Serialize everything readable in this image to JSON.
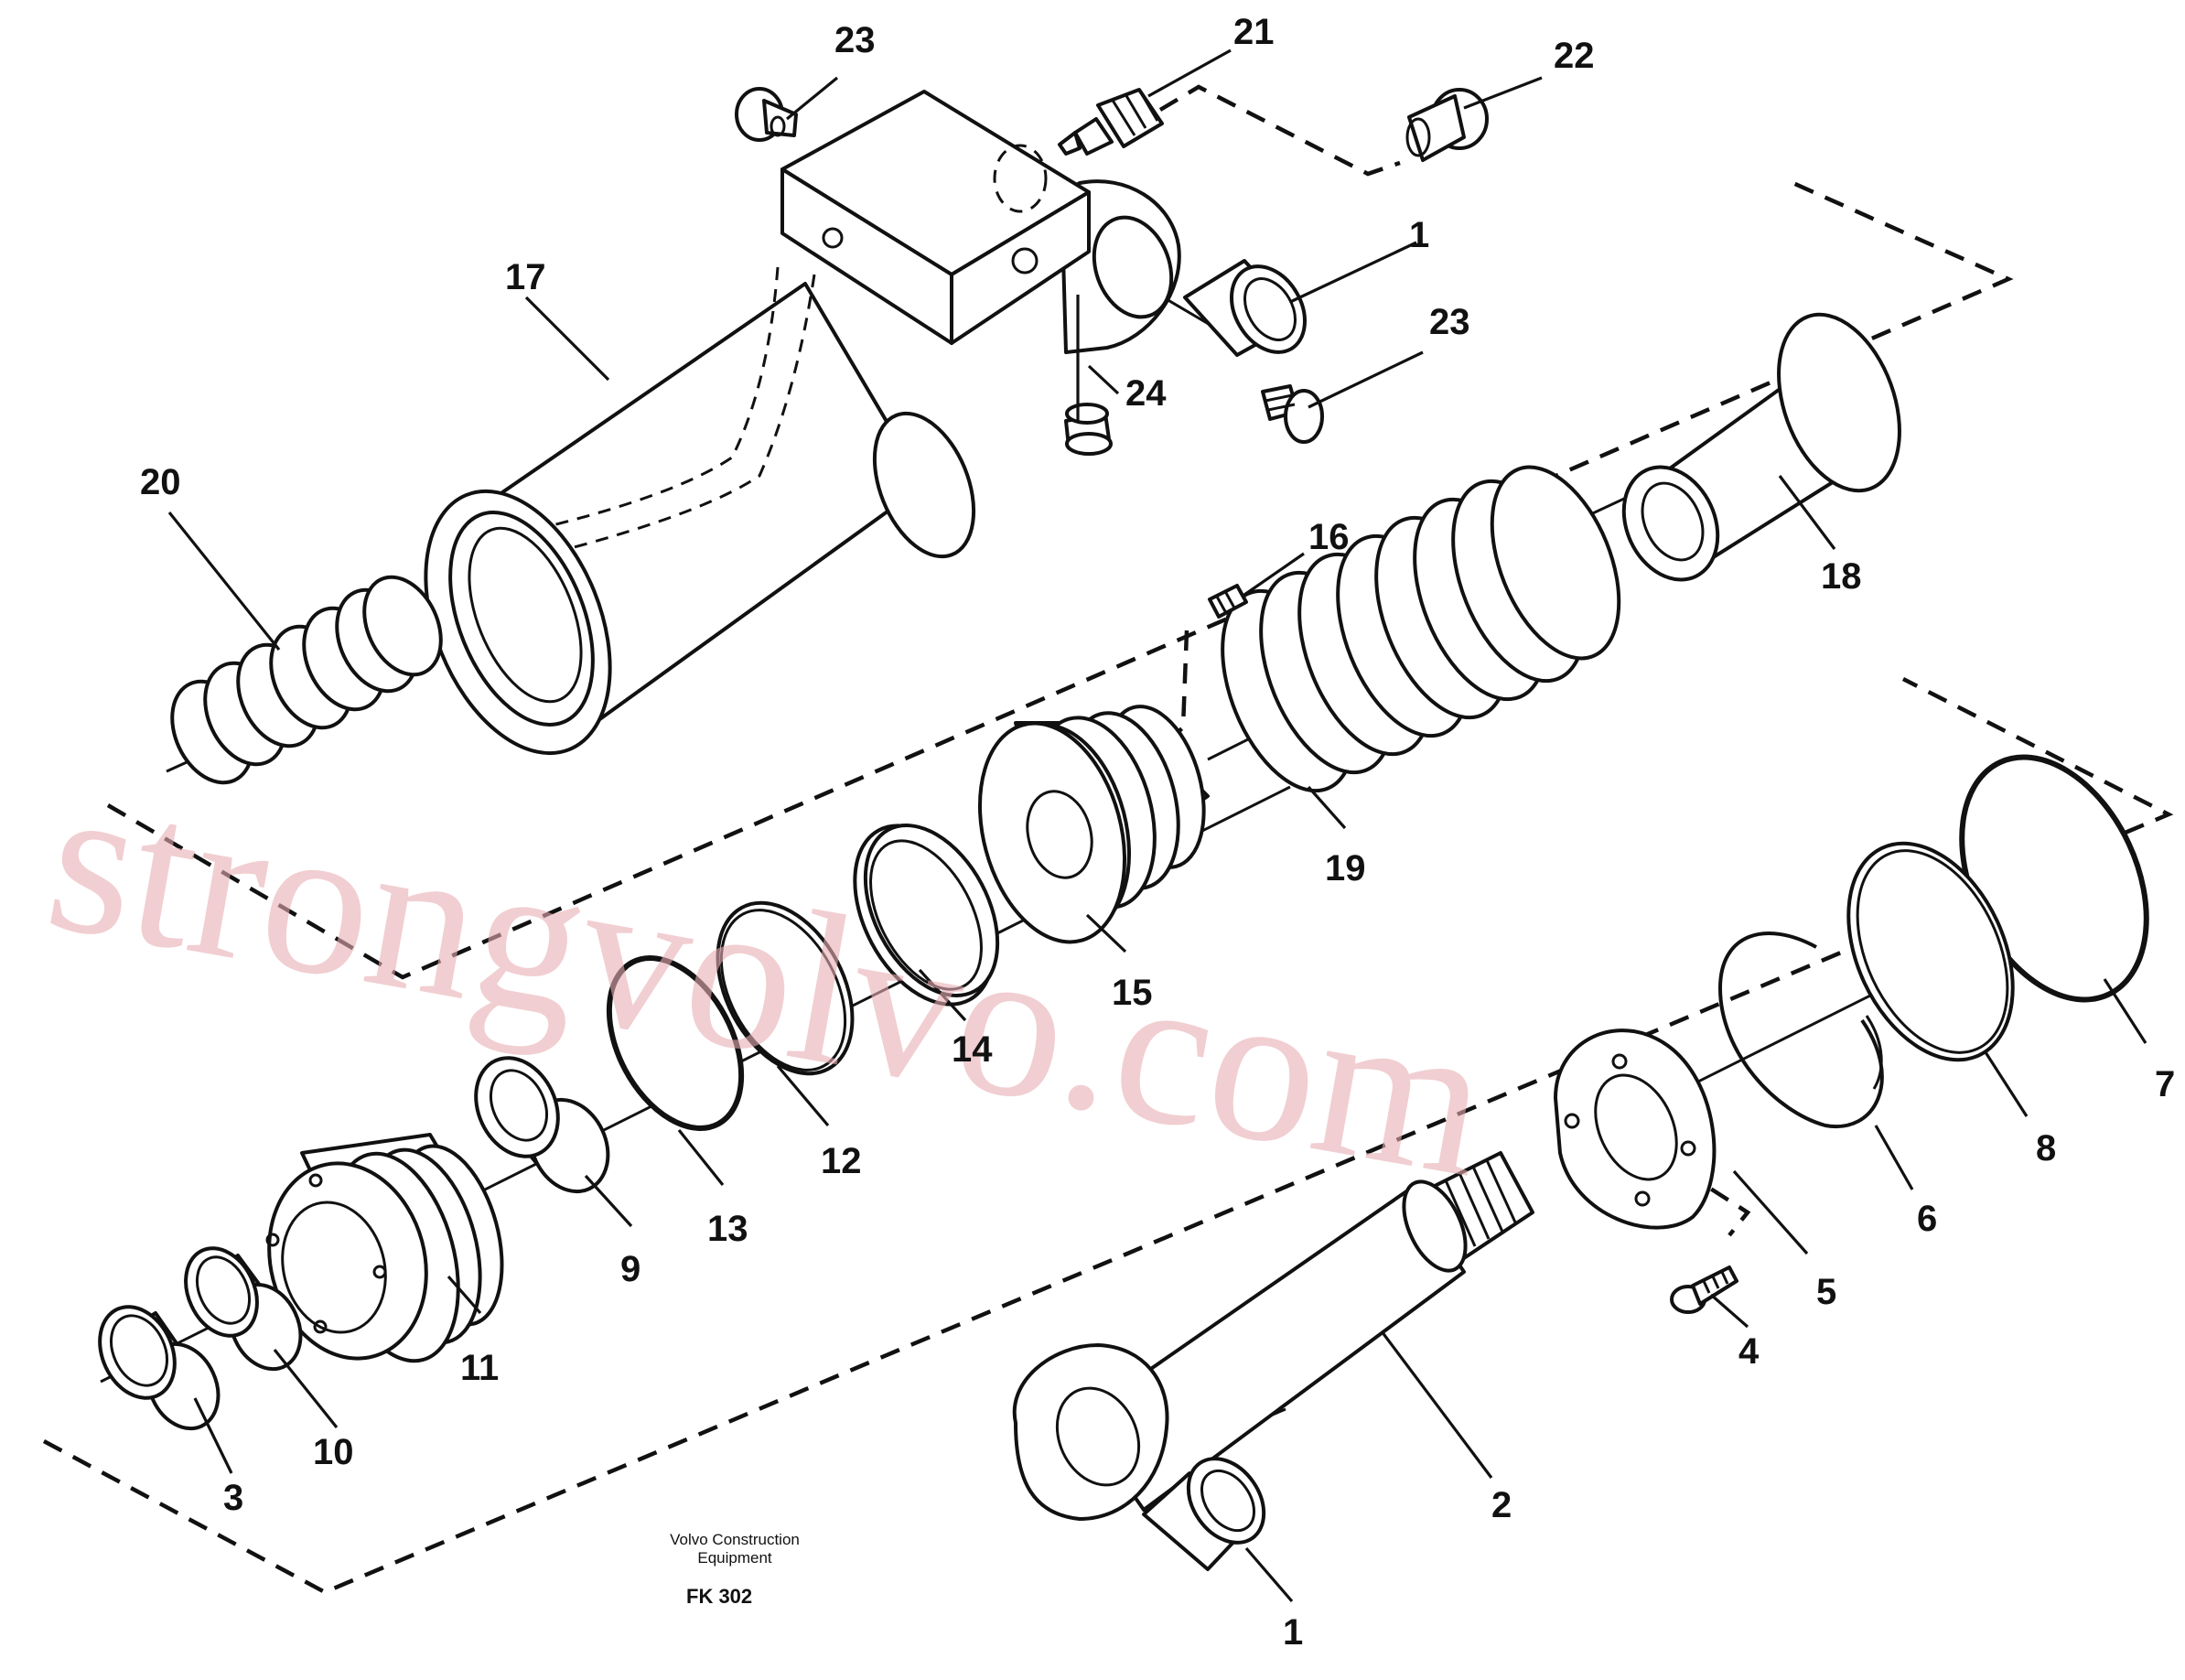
{
  "caption": {
    "line1": "Volvo Construction",
    "line2": "Equipment",
    "code": "FK 302"
  },
  "watermark": "strongvolvo.com",
  "callouts": {
    "c23_top": "23",
    "c21": "21",
    "c22": "22",
    "c1_top": "1",
    "c23_mid": "23",
    "c24": "24",
    "c17": "17",
    "c20": "20",
    "c16": "16",
    "c18": "18",
    "c19": "19",
    "c15": "15",
    "c14": "14",
    "c12": "12",
    "c13": "13",
    "c9": "9",
    "c11": "11",
    "c10": "10",
    "c3": "3",
    "c7": "7",
    "c8": "8",
    "c6": "6",
    "c5": "5",
    "c4": "4",
    "c2": "2",
    "c1_bottom": "1"
  },
  "colors": {
    "line": "#111111",
    "watermark": "#e7aeb2",
    "background": "#ffffff"
  }
}
